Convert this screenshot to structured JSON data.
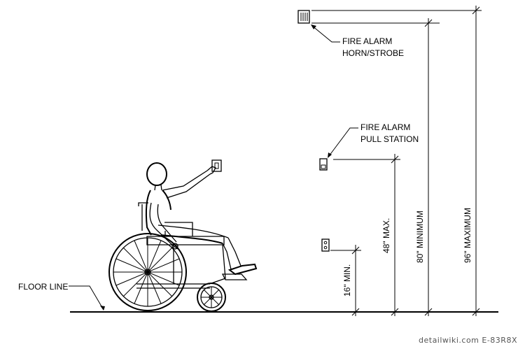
{
  "labels": {
    "horn_strobe_line1": "FIRE ALARM",
    "horn_strobe_line2": "HORN/STROBE",
    "pull_station_line1": "FIRE ALARM",
    "pull_station_line2": "PULL STATION",
    "floor_line": "FLOOR LINE"
  },
  "dimensions": {
    "outlet_min": "16\" MIN.",
    "pull_max": "48\" MAX.",
    "strobe_min": "80\" MINIMUM",
    "strobe_max": "96\" MAXIMUM"
  },
  "credit": "detailwiki.com   E-83R8X"
}
